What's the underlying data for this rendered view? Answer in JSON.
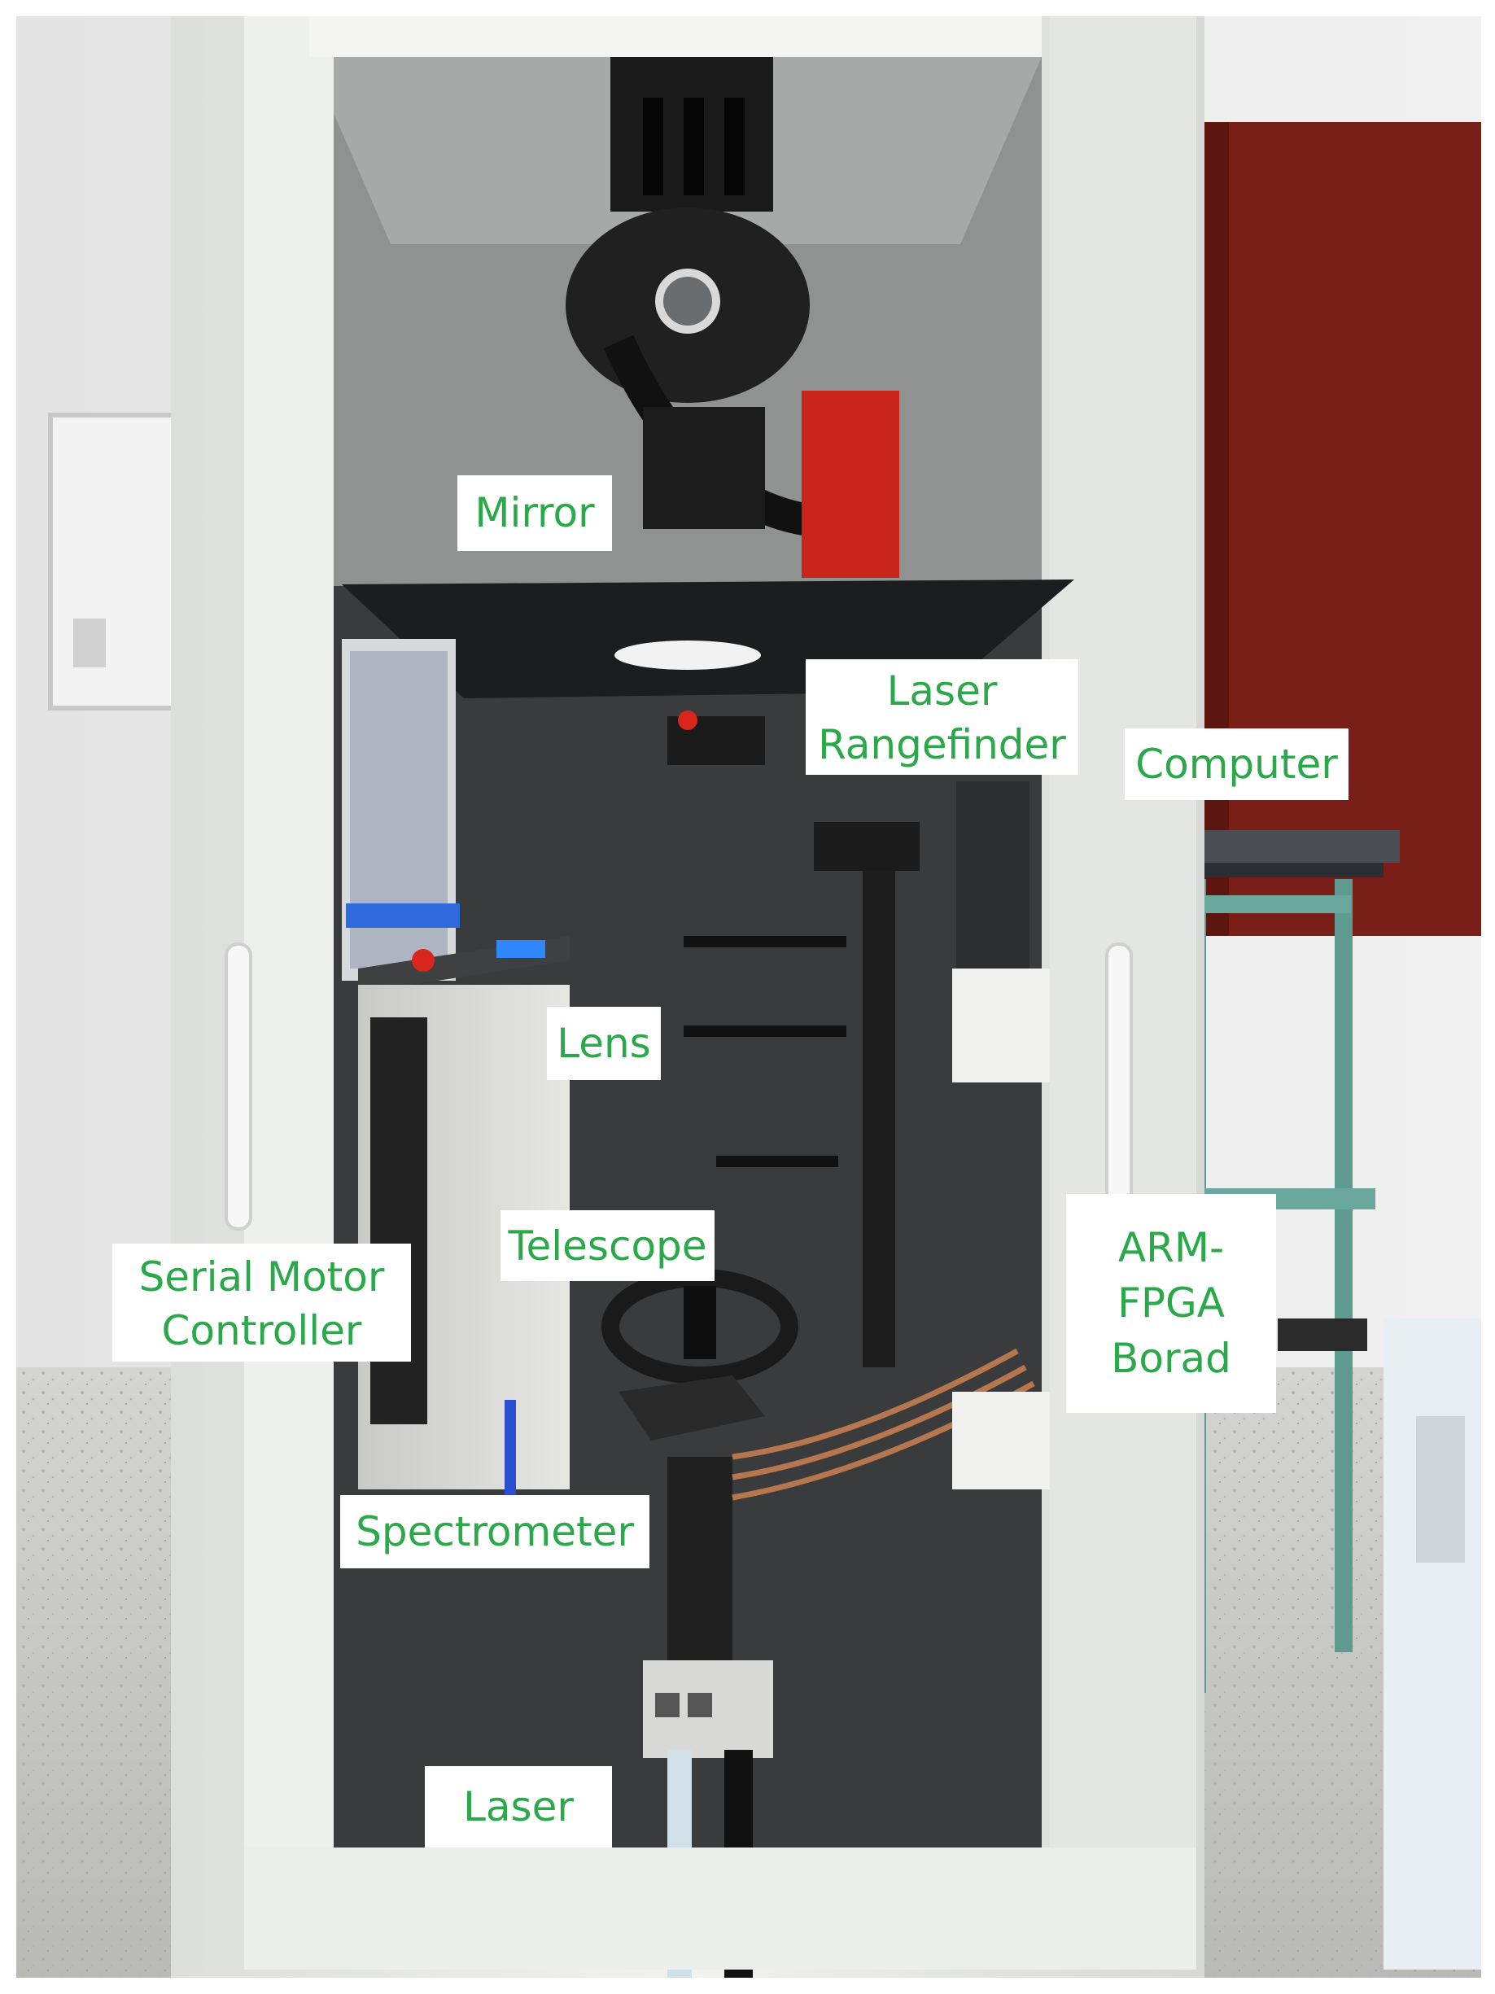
{
  "labels": {
    "mirror": "Mirror",
    "laser_rangefinder": [
      "Laser",
      "Rangefinder"
    ],
    "computer": "Computer",
    "lens": "Lens",
    "telescope": "Telescope",
    "serial_motor_controller": [
      "Serial Motor",
      "Controller"
    ],
    "arm_fpga_board": [
      "ARM-",
      "FPGA",
      "Borad"
    ],
    "spectrometer": "Spectrometer",
    "laser": "Laser"
  },
  "colors": {
    "label_text": "#2aa84a",
    "label_background": "#ffffff",
    "cabinet_frame": "#e9ebe8",
    "wall": "#ececec",
    "door": "#7a1f17",
    "floor": "#c9c9c6",
    "table_frame": "#5f9a90"
  }
}
